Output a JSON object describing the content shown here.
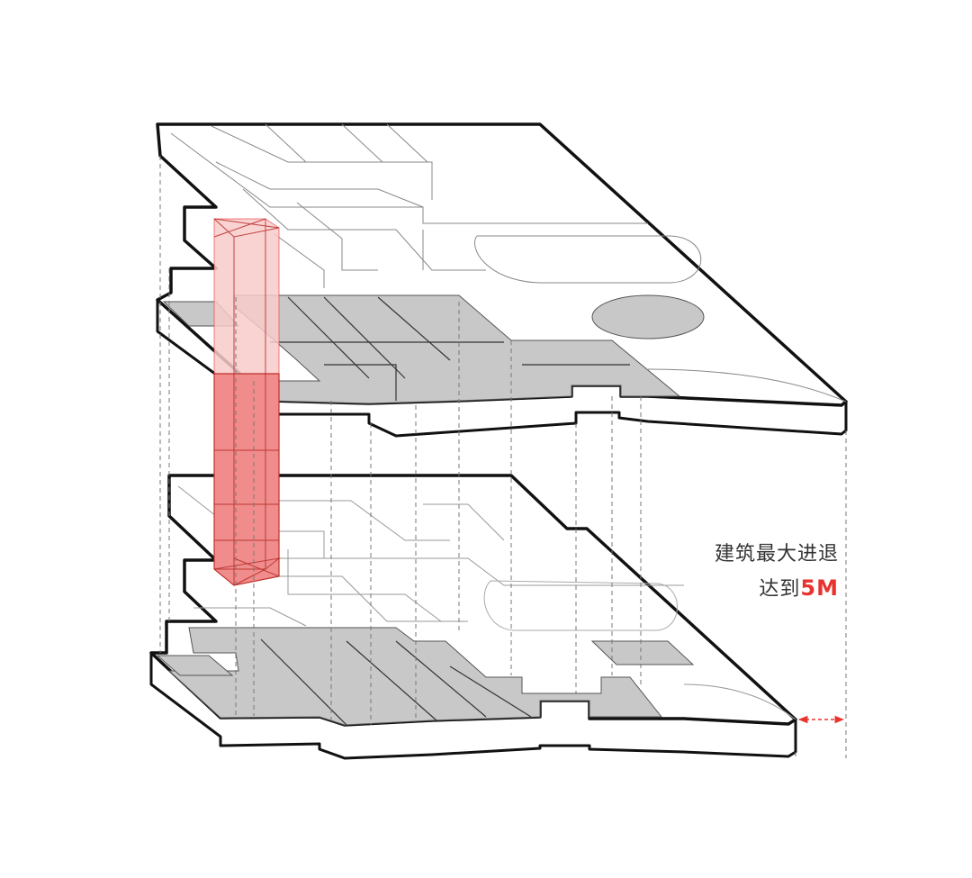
{
  "annotation": {
    "line1": "建筑最大进退",
    "line2_prefix": "达到",
    "line2_value": "5M"
  },
  "colors": {
    "accent": "#e8342f",
    "core_fill": "#f08c8c",
    "core_fill_faint": "#f8caca",
    "shaded_zone": "#c8c8c8",
    "outline": "#111111",
    "guide_line": "#777777"
  }
}
